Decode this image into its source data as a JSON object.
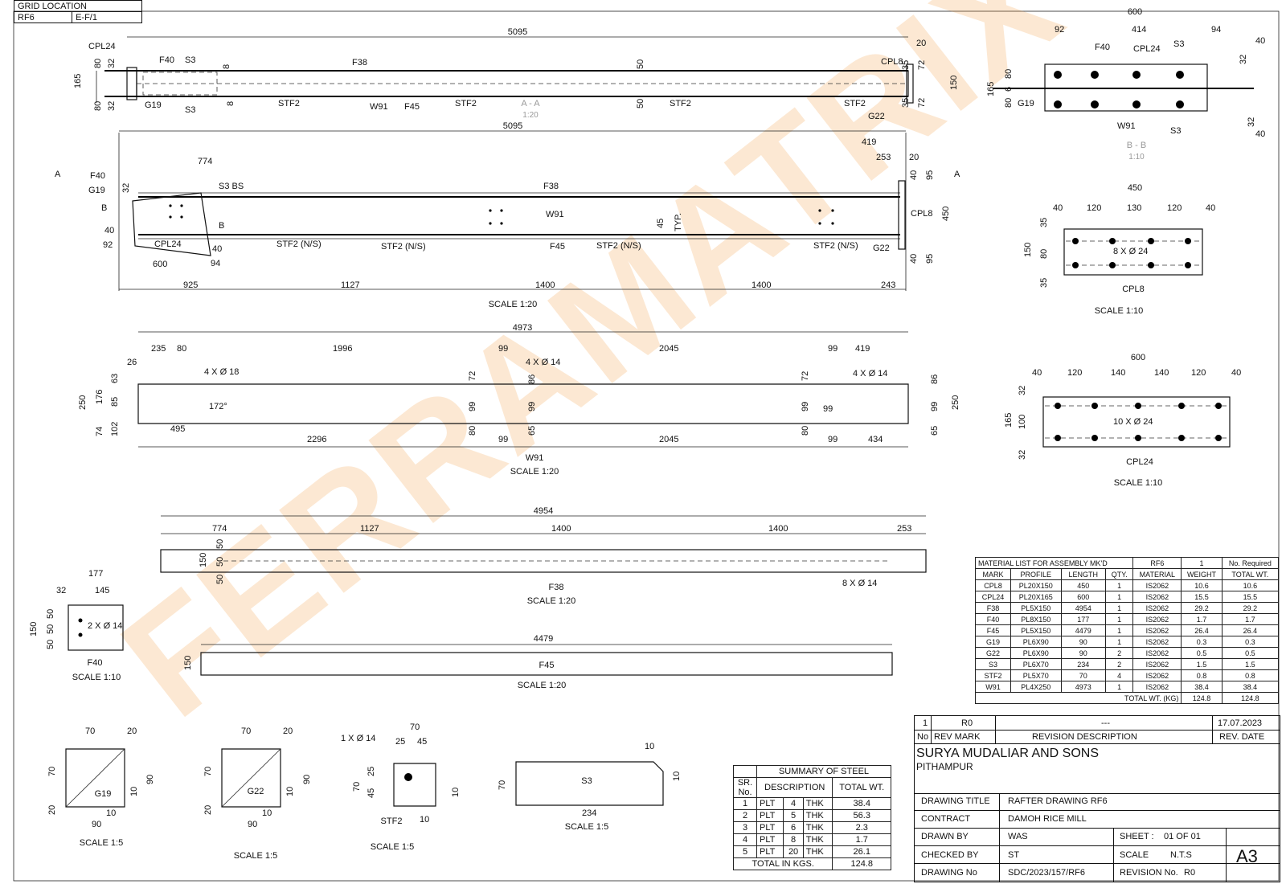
{
  "grid_location": {
    "title": "GRID LOCATION",
    "ref": "RF6",
    "grid": "E-F/1"
  },
  "watermark": "FERRAMATRIX",
  "section_aa": {
    "overall": "5095",
    "left_gap": "20",
    "labels": {
      "cpl24": "CPL24",
      "f40": "F40",
      "s3": "S3",
      "s3b": "S3",
      "f38": "F38",
      "cpl8": "CPL8",
      "g19": "G19",
      "w91": "W91",
      "f45": "F45",
      "g22": "G22",
      "stf2a": "STF2",
      "stf2b": "STF2",
      "stf2c": "STF2",
      "stf2d": "STF2"
    },
    "dims": {
      "d165": "165",
      "d80a": "80",
      "d80b": "80",
      "d32a": "32",
      "d32b": "32",
      "d8a": "8",
      "d8b": "8",
      "d50a": "50",
      "d50b": "50",
      "d35a": "35",
      "d35b": "35",
      "d72a": "72",
      "d72b": "72",
      "d150": "150"
    },
    "title": "A - A",
    "scale": "1:20"
  },
  "elevation": {
    "overall": "5095",
    "d774": "774",
    "d419": "419",
    "d253": "253",
    "d20": "20",
    "d40a": "40",
    "d95a": "95",
    "d450": "450",
    "d40b": "40",
    "d95b": "95",
    "d45": "45",
    "typ": "TYP.",
    "d32": "32",
    "d40c": "40",
    "d92": "92",
    "d600": "600",
    "d40d": "40",
    "d94": "94",
    "bottom": [
      "925",
      "1127",
      "1400",
      "1400",
      "243"
    ],
    "labels": {
      "f40": "F40",
      "g19": "G19",
      "s3bs": "S3 BS",
      "f38": "F38",
      "w91": "W91",
      "cpl24": "CPL24",
      "f45": "F45",
      "cpl8": "CPL8",
      "g22": "G22",
      "stf2a": "STF2 (N/S)",
      "stf2b": "STF2 (N/S)",
      "stf2c": "STF2 (N/S)",
      "stf2d": "STF2 (N/S)"
    },
    "sec_a": "A",
    "sec_a2": "A",
    "sec_b": "B",
    "sec_b2": "B",
    "scale": "SCALE  1:20"
  },
  "section_bb": {
    "top": "600",
    "d92": "92",
    "d414": "414",
    "d94": "94",
    "d40a": "40",
    "d32a": "32",
    "d40b": "40",
    "d32b": "32",
    "d165": "165",
    "d80a": "80",
    "d6": "6",
    "d80b": "80",
    "labels": {
      "f40": "F40",
      "cpl24": "CPL24",
      "s3a": "S3",
      "g19": "G19",
      "w91": "W91",
      "s3b": "S3"
    },
    "title": "B - B",
    "scale": "1:10"
  },
  "cpl8": {
    "top": "450",
    "d40a": "40",
    "d120a": "120",
    "d130": "130",
    "d120b": "120",
    "d40b": "40",
    "d35a": "35",
    "d80": "80",
    "d35b": "35",
    "d150": "150",
    "holes": "8 X Ø 24",
    "tag": "CPL8",
    "scale": "SCALE  1:10"
  },
  "w91": {
    "overall": "4973",
    "d235": "235",
    "d80": "80",
    "d1996": "1996",
    "d99a": "99",
    "d2045a": "2045",
    "d99b": "99",
    "d419": "419",
    "d26": "26",
    "holes1": "4 X Ø 18",
    "holes2": "4 X Ø 14",
    "holes3": "4 X Ø 14",
    "d63": "63",
    "d85": "85",
    "d176": "176",
    "d102": "102",
    "d74": "74",
    "d250a": "250",
    "d250b": "250",
    "d86a": "86",
    "d86b": "86",
    "d99c": "99",
    "d65a": "65",
    "d65b": "65",
    "d72a": "72",
    "d99d": "99",
    "d80b": "80",
    "d72b": "72",
    "d99e": "99",
    "d80c": "80",
    "d99f": "99",
    "d99g": "99",
    "angle": "172°",
    "d495": "495",
    "d2296": "2296",
    "d99h": "99",
    "d2045b": "2045",
    "d99i": "99",
    "d434": "434",
    "tag": "W91",
    "scale": "SCALE  1:20"
  },
  "cpl24": {
    "top": "600",
    "d40a": "40",
    "d120a": "120",
    "d140a": "140",
    "d140b": "140",
    "d120b": "120",
    "d40b": "40",
    "d32a": "32",
    "d100": "100",
    "d32b": "32",
    "d165": "165",
    "holes": "10 X Ø 24",
    "tag": "CPL24",
    "scale": "SCALE  1:10"
  },
  "f38": {
    "overall": "4954",
    "segs": [
      "774",
      "1127",
      "1400",
      "1400",
      "253"
    ],
    "d50a": "50",
    "d50b": "50",
    "d50c": "50",
    "d150": "150",
    "holes": "8 X Ø 14",
    "tag": "F38",
    "scale": "SCALE  1:20"
  },
  "f40": {
    "d177": "177",
    "d32": "32",
    "d145": "145",
    "d150": "150",
    "d50a": "50",
    "d50b": "50",
    "d50c": "50",
    "holes": "2 X Ø 14",
    "tag": "F40",
    "scale": "SCALE  1:10"
  },
  "f45": {
    "overall": "4479",
    "d150": "150",
    "tag": "F45",
    "scale": "SCALE  1:20"
  },
  "g19": {
    "d70": "70",
    "d20": "20",
    "d70v": "70",
    "d90v": "90",
    "d10": "10",
    "d20v": "20",
    "d10b": "10",
    "d90": "90",
    "tag": "G19",
    "scale": "SCALE  1:5"
  },
  "g22": {
    "d70": "70",
    "d20": "20",
    "d70v": "70",
    "d90v": "90",
    "d10": "10",
    "d20v": "20",
    "d10b": "10",
    "d90": "90",
    "tag": "G22",
    "scale": "SCALE  1:5"
  },
  "stf2": {
    "d70": "70",
    "d25": "25",
    "d45": "45",
    "hole": "1 X Ø 14",
    "d70v": "70",
    "d25v": "25",
    "d45v": "45",
    "d10": "10",
    "d10b": "10",
    "tag": "STF2",
    "scale": "SCALE  1:5"
  },
  "s3": {
    "d10": "10",
    "d10v": "10",
    "d70": "70",
    "d234": "234",
    "tag": "S3",
    "scale": "SCALE  1:5"
  },
  "material_list": {
    "header": [
      "MATERIAL LIST FOR ASSEMBLY MK'D",
      "RF6",
      "1",
      "No. Required"
    ],
    "columns": [
      "MARK",
      "PROFILE",
      "LENGTH",
      "QTY.",
      "MATERIAL",
      "WEIGHT",
      "TOTAL WT."
    ],
    "rows": [
      [
        "CPL8",
        "PL20X150",
        "450",
        "1",
        "IS2062",
        "10.6",
        "10.6"
      ],
      [
        "CPL24",
        "PL20X165",
        "600",
        "1",
        "IS2062",
        "15.5",
        "15.5"
      ],
      [
        "F38",
        "PL5X150",
        "4954",
        "1",
        "IS2062",
        "29.2",
        "29.2"
      ],
      [
        "F40",
        "PL8X150",
        "177",
        "1",
        "IS2062",
        "1.7",
        "1.7"
      ],
      [
        "F45",
        "PL5X150",
        "4479",
        "1",
        "IS2062",
        "26.4",
        "26.4"
      ],
      [
        "G19",
        "PL6X90",
        "90",
        "1",
        "IS2062",
        "0.3",
        "0.3"
      ],
      [
        "G22",
        "PL6X90",
        "90",
        "2",
        "IS2062",
        "0.5",
        "0.5"
      ],
      [
        "S3",
        "PL6X70",
        "234",
        "2",
        "IS2062",
        "1.5",
        "1.5"
      ],
      [
        "STF2",
        "PL5X70",
        "70",
        "4",
        "IS2062",
        "0.8",
        "0.8"
      ],
      [
        "W91",
        "PL4X250",
        "4973",
        "1",
        "IS2062",
        "38.4",
        "38.4"
      ]
    ],
    "total_label": "TOTAL WT. (KG)",
    "total1": "124.8",
    "total2": "124.8"
  },
  "summary": {
    "title": "SUMMARY OF STEEL",
    "columns": [
      "SR. No.",
      "DESCRIPTION",
      "TOTAL WT."
    ],
    "rows": [
      [
        "1",
        "PLT",
        "4",
        "THK",
        "38.4"
      ],
      [
        "2",
        "PLT",
        "5",
        "THK",
        "56.3"
      ],
      [
        "3",
        "PLT",
        "6",
        "THK",
        "2.3"
      ],
      [
        "4",
        "PLT",
        "8",
        "THK",
        "1.7"
      ],
      [
        "5",
        "PLT",
        "20",
        "THK",
        "26.1"
      ]
    ],
    "total_label": "TOTAL IN KGS.",
    "total": "124.8"
  },
  "title_block": {
    "rev": {
      "no": "1",
      "mark": "R0",
      "desc": "---",
      "date": "17.07.2023"
    },
    "rev_hdr": {
      "no": "No",
      "mark": "REV MARK",
      "desc": "REVISION DESCRIPTION",
      "date": "REV. DATE"
    },
    "company": "SURYA MUDALIAR AND SONS",
    "city": "PITHAMPUR",
    "drawing_title_lbl": "DRAWING TITLE",
    "drawing_title": "RAFTER DRAWING RF6",
    "contract_lbl": "CONTRACT",
    "contract": "DAMOH RICE MILL",
    "drawn_by_lbl": "DRAWN BY",
    "drawn_by": "WAS",
    "checked_by_lbl": "CHECKED BY",
    "checked_by": "ST",
    "drawing_no_lbl": "DRAWING No",
    "drawing_no": "SDC/2023/157/RF6",
    "sheet_lbl": "SHEET :",
    "sheet": "01  OF  01",
    "scale_lbl": "SCALE",
    "scale": "N.T.S",
    "revision_lbl": "REVISION No.",
    "revision": "R0",
    "size": "A3"
  }
}
